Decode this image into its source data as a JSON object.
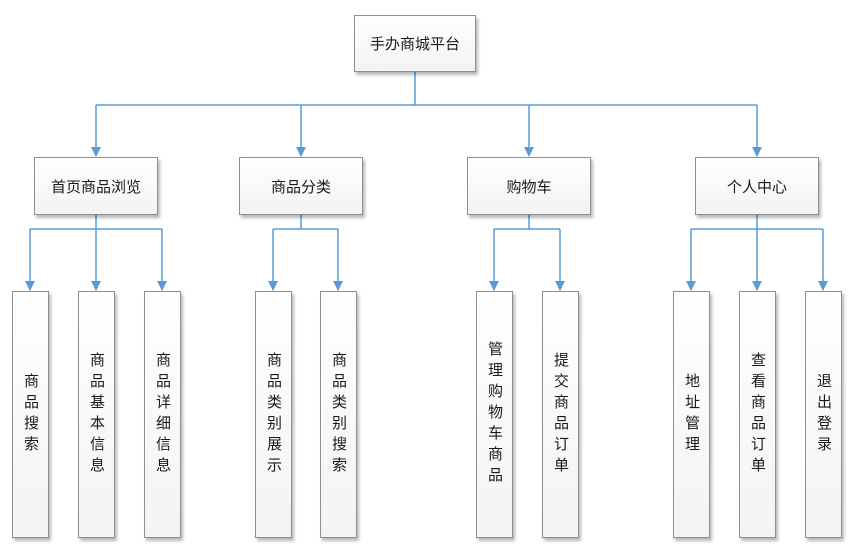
{
  "root": {
    "label": "手办商城平台"
  },
  "categories": [
    {
      "label": "首页商品浏览",
      "children": [
        {
          "label": "商品搜索"
        },
        {
          "label": "商品基本信息"
        },
        {
          "label": "商品详细信息"
        }
      ]
    },
    {
      "label": "商品分类",
      "children": [
        {
          "label": "商品类别展示"
        },
        {
          "label": "商品类别搜索"
        }
      ]
    },
    {
      "label": "购物车",
      "children": [
        {
          "label": "管理购物车商品"
        },
        {
          "label": "提交商品订单"
        }
      ]
    },
    {
      "label": "个人中心",
      "children": [
        {
          "label": "地址管理"
        },
        {
          "label": "查看商品订单"
        },
        {
          "label": "退出登录"
        }
      ]
    }
  ],
  "colors": {
    "connector": "#5b9bd5",
    "node_border": "#8f8f8f"
  }
}
